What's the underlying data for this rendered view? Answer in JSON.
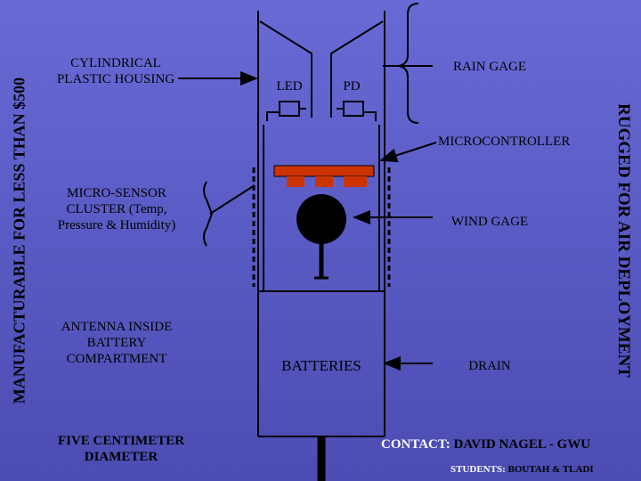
{
  "side_labels": {
    "left": "MANUFACTURABLE FOR LESS THAN $500",
    "right": "RUGGED FOR AIR DEPLOYMENT"
  },
  "labels": {
    "housing": "CYLINDRICAL PLASTIC HOUSING",
    "led": "LED",
    "pd": "PD",
    "rain_gage": "RAIN GAGE",
    "microcontroller": "MICROCONTROLLER",
    "sensor_cluster": "MICRO-SENSOR CLUSTER (Temp, Pressure & Humidity)",
    "wind_gage": "WIND GAGE",
    "antenna": "ANTENNA INSIDE BATTERY COMPARTMENT",
    "batteries": "BATTERIES",
    "drain": "DRAIN",
    "diameter": "FIVE CENTIMETER DIAMETER"
  },
  "contact": {
    "label": "CONTACT:",
    "name": "DAVID NAGEL - GWU"
  },
  "students": {
    "label": "STUDENTS:",
    "names": "BOUTAH & TLADI"
  },
  "colors": {
    "background": "#5a5ac4",
    "microcontroller": "#cc3300",
    "outline": "#000000",
    "contact_label": "#ffffff"
  }
}
